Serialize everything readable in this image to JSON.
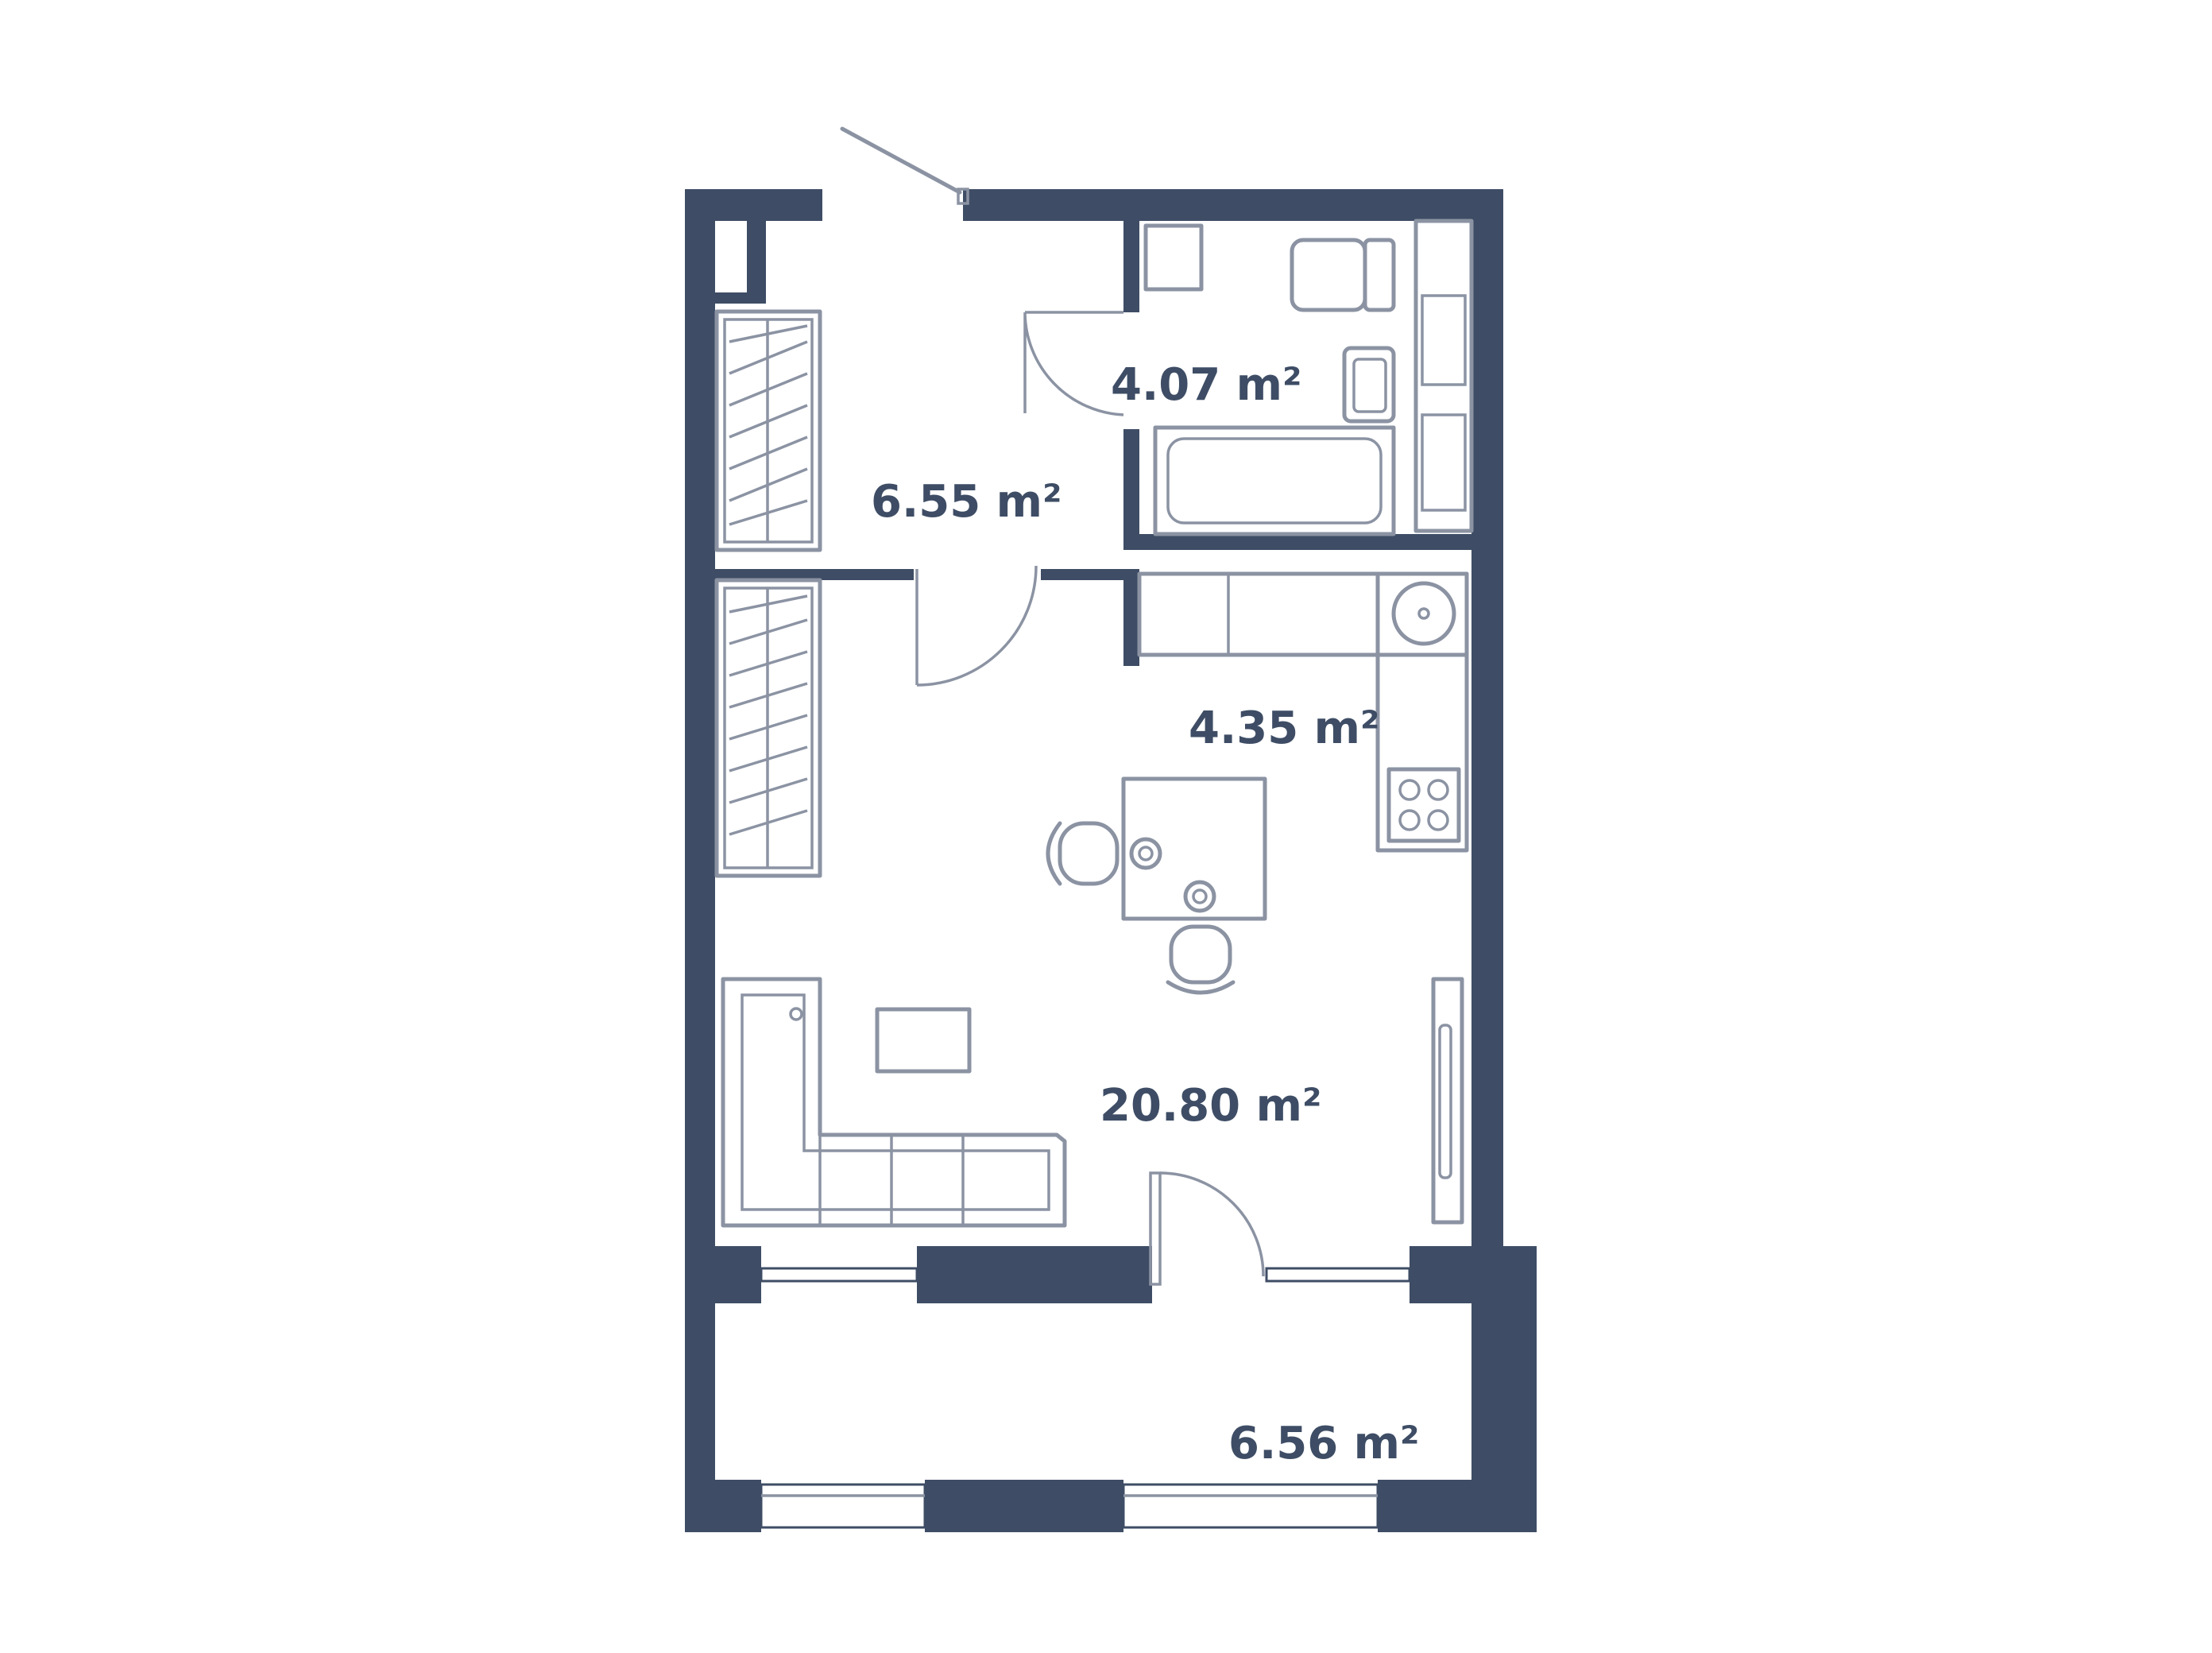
{
  "plan": {
    "rooms": [
      {
        "id": "hallway",
        "area_label": "6.55 m²"
      },
      {
        "id": "bathroom",
        "area_label": "4.07 m²"
      },
      {
        "id": "kitchen",
        "area_label": "4.35 m²"
      },
      {
        "id": "living-room",
        "area_label": "20.80 m²"
      },
      {
        "id": "balcony",
        "area_label": "6.56 m²"
      }
    ]
  },
  "colors": {
    "wall": "#3e4d65",
    "furniture": "#8b93a3",
    "background": "#ffffff"
  }
}
